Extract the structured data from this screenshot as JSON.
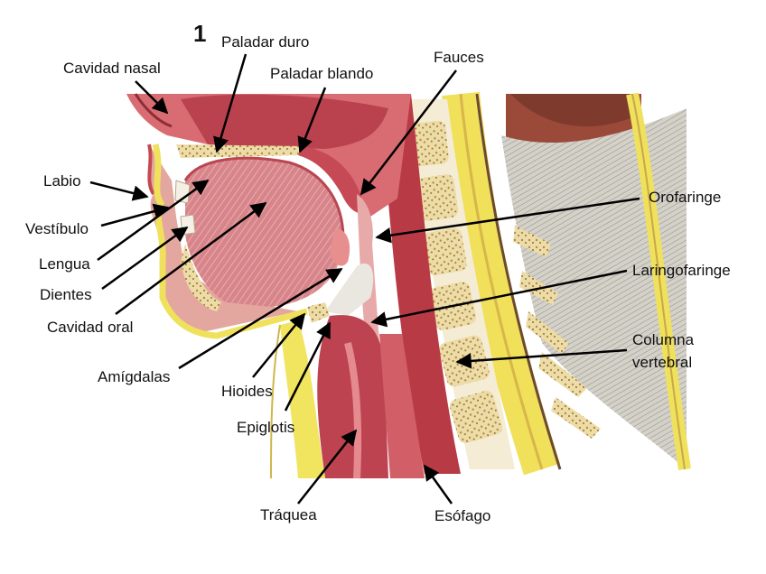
{
  "figure": {
    "number": "1",
    "labels": {
      "cavidad_nasal": "Cavidad nasal",
      "paladar_duro": "Paladar duro",
      "paladar_blando": "Paladar blando",
      "fauces": "Fauces",
      "labio": "Labio",
      "vestibulo": "Vestíbulo",
      "lengua": "Lengua",
      "dientes": "Dientes",
      "cavidad_oral": "Cavidad oral",
      "orofaringe": "Orofaringe",
      "laringofaringe": "Laringofaringe",
      "columna_vertebral_1": "Columna",
      "columna_vertebral_2": "vertebral",
      "amigdalas": "Amígdalas",
      "hioides": "Hioides",
      "epiglotis": "Epiglotis",
      "traquea": "Tráquea",
      "esofago": "Esófago"
    }
  },
  "colors": {
    "muscle": "#c9545e",
    "muscle_light": "#e6a3a4",
    "cavity": "#f2c9c4",
    "bone": "#e8d7a4",
    "bone_dark": "#c9a75a",
    "spinal_yellow": "#f1e35a",
    "nerve_grey": "#b9b9b4"
  }
}
